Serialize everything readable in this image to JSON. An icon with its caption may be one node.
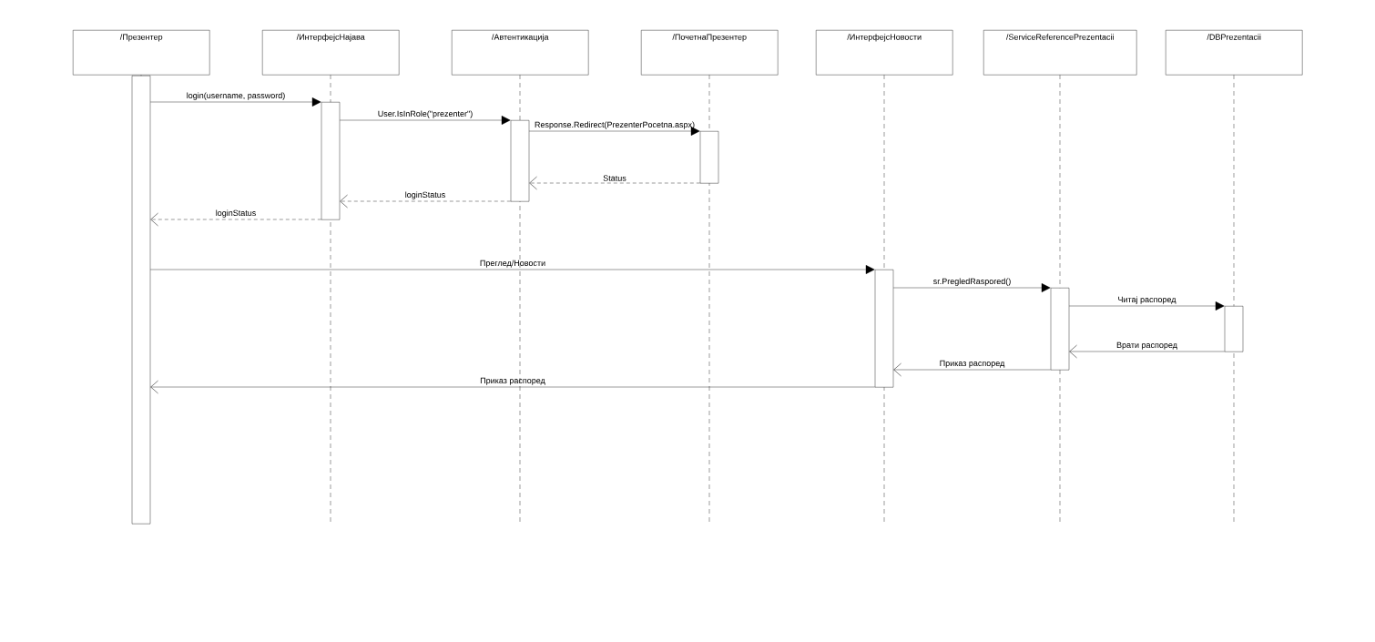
{
  "diagram": {
    "nodes": [
      {
        "text": [
          "/Презентер"
        ]
      },
      {
        "text": [
          "/ИнтерфејсНајава"
        ]
      },
      {
        "text": [
          "/Автентикација"
        ]
      },
      {
        "text": [
          "/ПочетнаПрезентер"
        ]
      },
      {
        "text": [
          "/ИнтерфејсНовости"
        ]
      },
      {
        "text": [
          "/ServiceReferencePrezentacii"
        ]
      },
      {
        "text": [
          "/DBPrezentacii"
        ]
      },
      {
        "text": [],
        "shape": "bar"
      },
      {
        "text": [],
        "shape": "bar"
      },
      {
        "text": [],
        "shape": "bar"
      },
      {
        "text": [],
        "shape": "bar"
      },
      {
        "text": [],
        "shape": "bar"
      },
      {
        "text": [],
        "shape": "bar"
      },
      {
        "text": [],
        "shape": "bar"
      }
    ],
    "edges": [
      {
        "from": 7,
        "to": 8,
        "arrow": "to",
        "label": "login(username, password)"
      },
      {
        "from": 8,
        "to": 9,
        "arrow": "to",
        "label": "User.IsInRole(\"prezenter\")"
      },
      {
        "from": 9,
        "to": 10,
        "arrow": "to",
        "label": "Response.Redirect(PrezenterPocetna.aspx)"
      },
      {
        "from": 10,
        "to": 9,
        "arrow": "to",
        "label": "Status",
        "style": "dashed"
      },
      {
        "from": 9,
        "to": 8,
        "arrow": "to",
        "label": "loginStatus",
        "style": "dashed"
      },
      {
        "from": 8,
        "to": 7,
        "arrow": "to",
        "label": "loginStatus",
        "style": "dashed"
      },
      {
        "from": 7,
        "to": 11,
        "arrow": "to",
        "label": "Преглед/Новости"
      },
      {
        "from": 11,
        "to": 12,
        "arrow": "to",
        "label": "sr.PregledRaspored()"
      },
      {
        "from": 12,
        "to": 13,
        "arrow": "to",
        "label": "Читај распоред"
      },
      {
        "from": 13,
        "to": 12,
        "arrow": "to",
        "label": "Врати распоред"
      },
      {
        "from": 12,
        "to": 11,
        "arrow": "to",
        "label": "Приказ распоред"
      },
      {
        "from": 11,
        "to": 7,
        "arrow": "to",
        "label": "Приказ распоред"
      }
    ]
  }
}
